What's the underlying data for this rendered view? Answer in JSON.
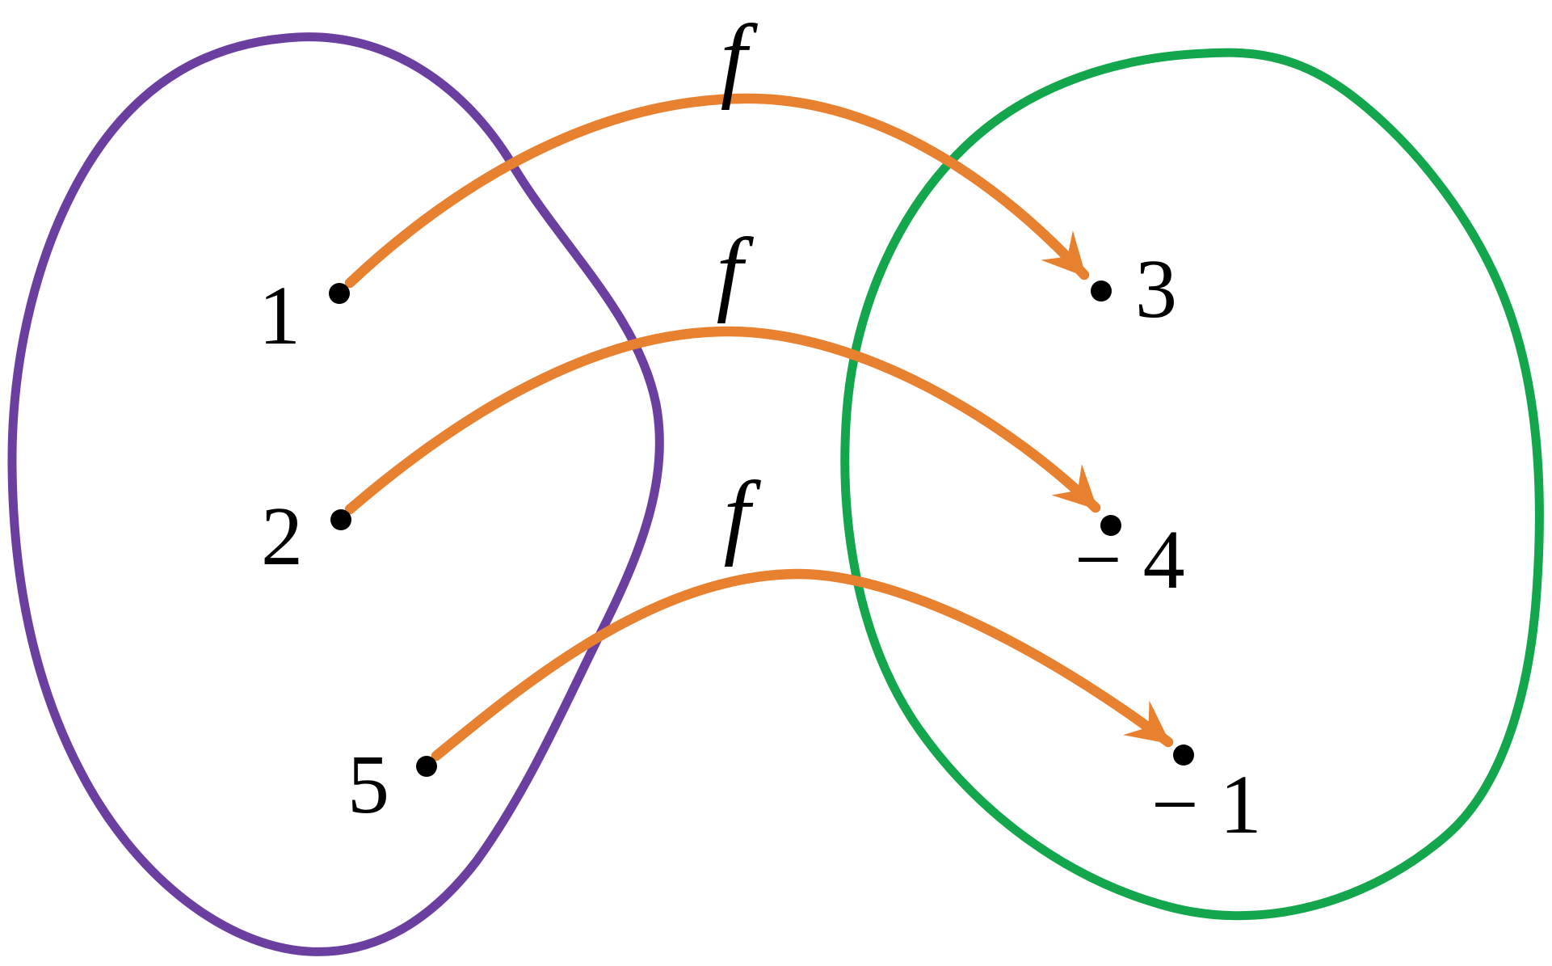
{
  "diagram": {
    "function_symbol": "f",
    "colors": {
      "domain_outline": "#6B3FA0",
      "codomain_outline": "#13A64C",
      "arrow": "#E8812F",
      "point": "#000000",
      "label": "#000000"
    },
    "domain": {
      "elements": [
        {
          "label": "1"
        },
        {
          "label": "2"
        },
        {
          "label": "5"
        }
      ]
    },
    "codomain": {
      "elements": [
        {
          "label": "3"
        },
        {
          "label": "− 4"
        },
        {
          "label": "− 1"
        }
      ]
    },
    "mappings": [
      {
        "from": "1",
        "to": "3",
        "function_label": "f"
      },
      {
        "from": "2",
        "to": "− 4",
        "function_label": "f"
      },
      {
        "from": "5",
        "to": "− 1",
        "function_label": "f"
      }
    ]
  }
}
